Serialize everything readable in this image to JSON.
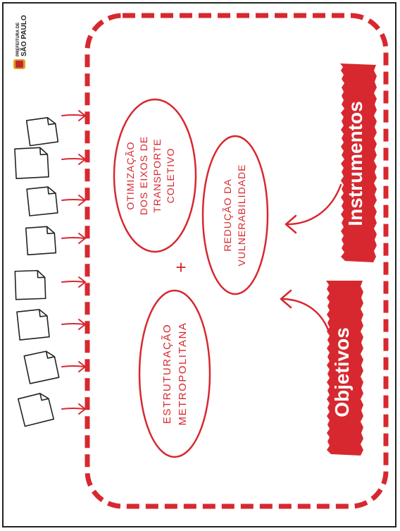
{
  "logo": {
    "line1": "PREFEITURA DE",
    "line2": "SÃO PAULO"
  },
  "banners": {
    "instrumentos": "Instrumentos",
    "objetivos": "Objetivos"
  },
  "ovals": {
    "transporte": [
      "OTIMIZAÇÃO",
      "DOS EIXOS DE",
      "TRANSPORTE",
      "COLETIVO"
    ],
    "vulnerabilidade": [
      "REDUÇÃO DA",
      "VULNERABILIDADE"
    ],
    "metropolitana": [
      "ESTRUTURAÇÃO",
      "METROPOLITANA"
    ]
  },
  "plus": "+",
  "colors": {
    "accent": "#d7282f",
    "ink": "#222222",
    "background": "#ffffff"
  },
  "documents": {
    "count": 8,
    "icon": "document-icon"
  }
}
